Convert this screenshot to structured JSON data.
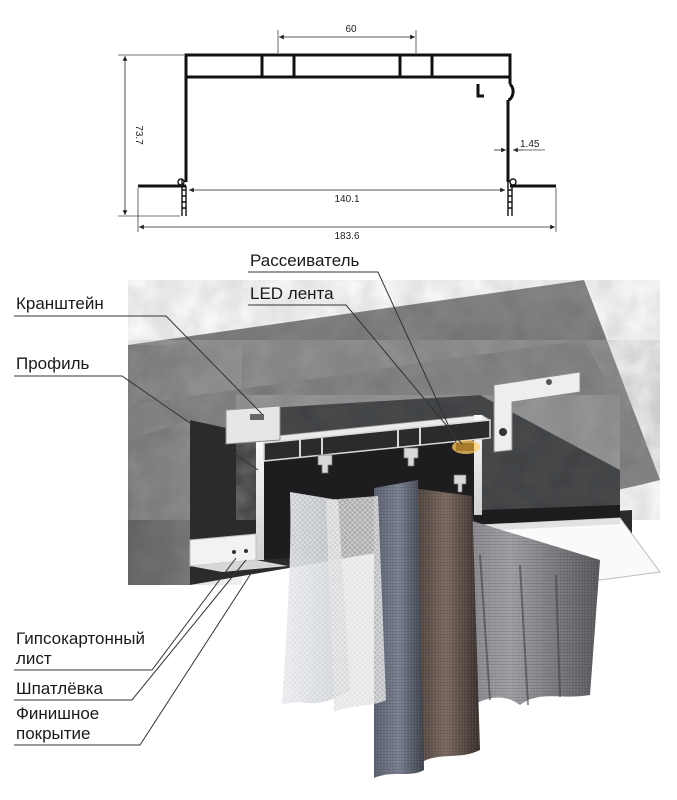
{
  "drawing": {
    "dim_top_width": "60",
    "dim_height": "73.7",
    "dim_wall": "1.45",
    "dim_inner_width": "140.1",
    "dim_total_width": "183.6"
  },
  "labels": {
    "diffuser": "Рассеиватель",
    "led_strip": "LED лента",
    "bracket": "Кранштейн",
    "profile": "Профиль",
    "drywall_line1": "Гипсокартонный",
    "drywall_line2": "лист",
    "putty": "Шпатлёвка",
    "finish_line1": "Финишное",
    "finish_line2": "покрытие"
  },
  "colors": {
    "concrete": "#7d7e7f",
    "concrete_dark": "#5c5d5e",
    "profile_black": "#1d1d1f",
    "aluminium": "#e9e9ea",
    "drywall": "#f4f4f4",
    "leader": "#333333"
  }
}
